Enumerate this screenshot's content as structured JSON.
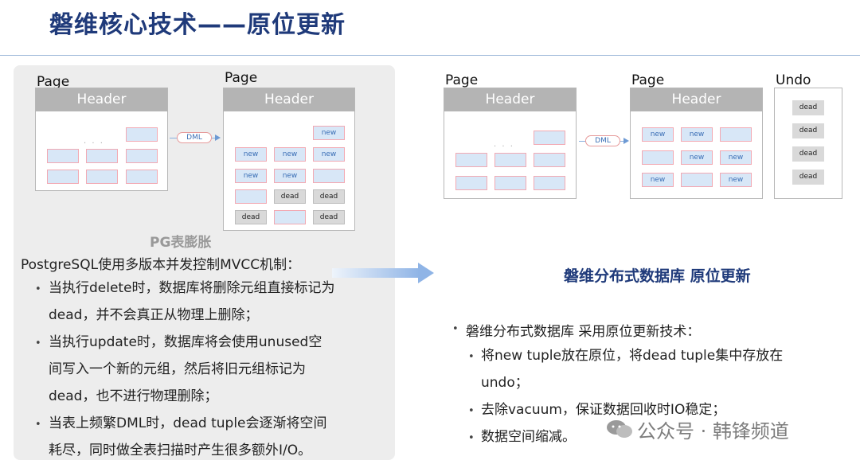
{
  "title": "磐维核心技术——原位更新",
  "left": {
    "page1_label": "Page",
    "page2_label": "Page",
    "header_label": "Header",
    "dml_label": "DML",
    "cells_page2": [
      "new",
      "new",
      "new",
      "new",
      "new",
      "new",
      "dead",
      "dead",
      "dead",
      "dead"
    ],
    "subtitle": "PG表膨胀",
    "intro": "PostgreSQL使用多版本并发控制MVCC机制：",
    "bullets": [
      [
        "当执行delete时，数据库将删除元组直接标记为",
        "dead，并不会真正从物理上删除；"
      ],
      [
        "当执行update时，数据库将会使用unused空",
        "间写入一个新的元组，然后将旧元组标记为",
        "dead，也不进行物理删除；"
      ],
      [
        "当表上频繁DML时，dead tuple会逐渐将空间",
        "耗尽，同时做全表扫描时产生很多额外I/O。"
      ]
    ]
  },
  "right": {
    "page1_label": "Page",
    "page2_label": "Page",
    "undo_label": "Undo",
    "header_label": "Header",
    "dml_label": "DML",
    "cells_page2": [
      "new",
      "new",
      "new",
      "new",
      "new",
      "new"
    ],
    "undo_cells": [
      "dead",
      "dead",
      "dead",
      "dead"
    ],
    "heading": "磐维分布式数据库 原位更新",
    "intro": "磐维分布式数据库 采用原位更新技术：",
    "bullets": [
      [
        "将new tuple放在原位，将dead tuple集中存放在",
        "undo；"
      ],
      [
        "去除vacuum，保证数据回收时IO稳定；"
      ],
      [
        "数据空间缩减。"
      ]
    ]
  },
  "watermark": "公众号 · 韩锋频道",
  "colors": {
    "title": "#1f3a7a",
    "cell_fill": "#d8e7f7",
    "cell_border": "#f2a9b3",
    "dead_fill": "#d9d9d9",
    "header_fill": "#b4b4b4",
    "arrow": "#6d9ad4"
  }
}
